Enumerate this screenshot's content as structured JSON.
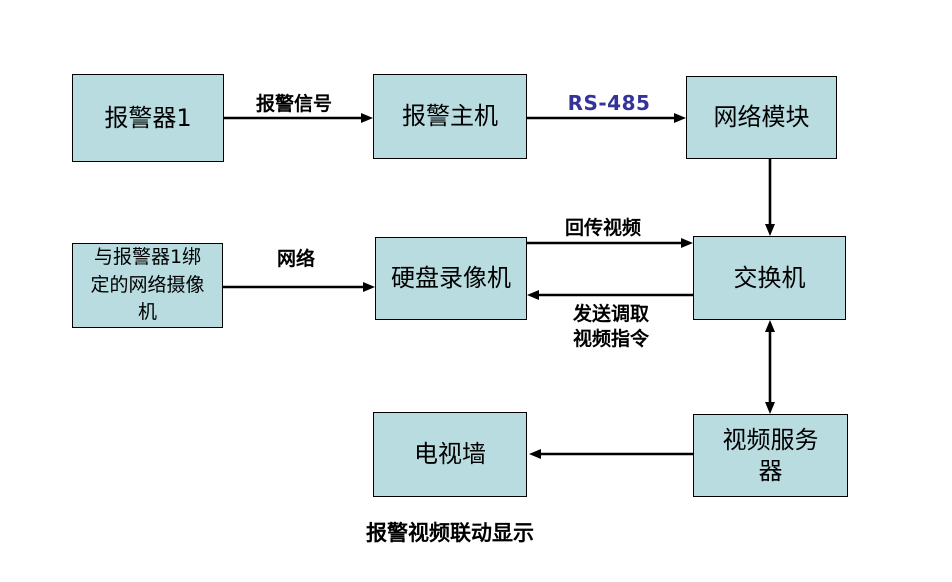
{
  "diagram": {
    "caption": "报警视频联动显示",
    "colors": {
      "node_fill": "#b9dce0",
      "node_border": "#000000",
      "arrow": "#000000",
      "rs485_label": "#333399",
      "text": "#000000",
      "background": "#ffffff"
    },
    "nodes": {
      "alarm1": {
        "label": "报警器1"
      },
      "alarm_host": {
        "label": "报警主机"
      },
      "network_module": {
        "label": "网络模块"
      },
      "camera": {
        "label": "与报警器1绑\n定的网络摄像\n机"
      },
      "dvr": {
        "label": "硬盘录像机"
      },
      "switch": {
        "label": "交换机"
      },
      "tv_wall": {
        "label": "电视墙"
      },
      "video_server": {
        "label": "视频服务\n器"
      }
    },
    "edges": {
      "alarm_signal": "报警信号",
      "rs485": "RS-485",
      "network": "网络",
      "return_video": "回传视频",
      "fetch_video_command": "发送调取\n视频指令"
    }
  }
}
